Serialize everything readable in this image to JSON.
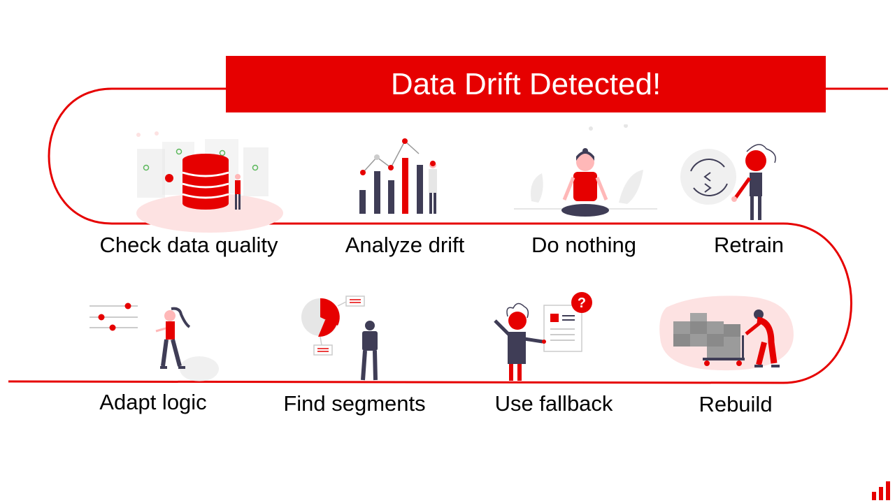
{
  "colors": {
    "accent": "#e60000",
    "dark": "#3f3d56",
    "skin": "#ffb8b8",
    "light_gray": "#e6e6e6",
    "pink_light": "#fde2e2",
    "check_green": "#5cb85c"
  },
  "title": "Data Drift Detected!",
  "steps_row1": [
    {
      "label": "Check data quality",
      "icon": "database-quality-check-icon"
    },
    {
      "label": "Analyze drift",
      "icon": "bar-chart-analysis-icon"
    },
    {
      "label": "Do nothing",
      "icon": "meditation-icon"
    },
    {
      "label": "Retrain",
      "icon": "retrain-cycle-icon"
    }
  ],
  "steps_row2": [
    {
      "label": "Adapt logic",
      "icon": "slider-adjust-icon"
    },
    {
      "label": "Find segments",
      "icon": "pie-segments-icon"
    },
    {
      "label": "Use fallback",
      "icon": "fallback-question-icon"
    },
    {
      "label": "Rebuild",
      "icon": "boxes-cart-icon"
    }
  ],
  "logo": "bar-logo-icon"
}
